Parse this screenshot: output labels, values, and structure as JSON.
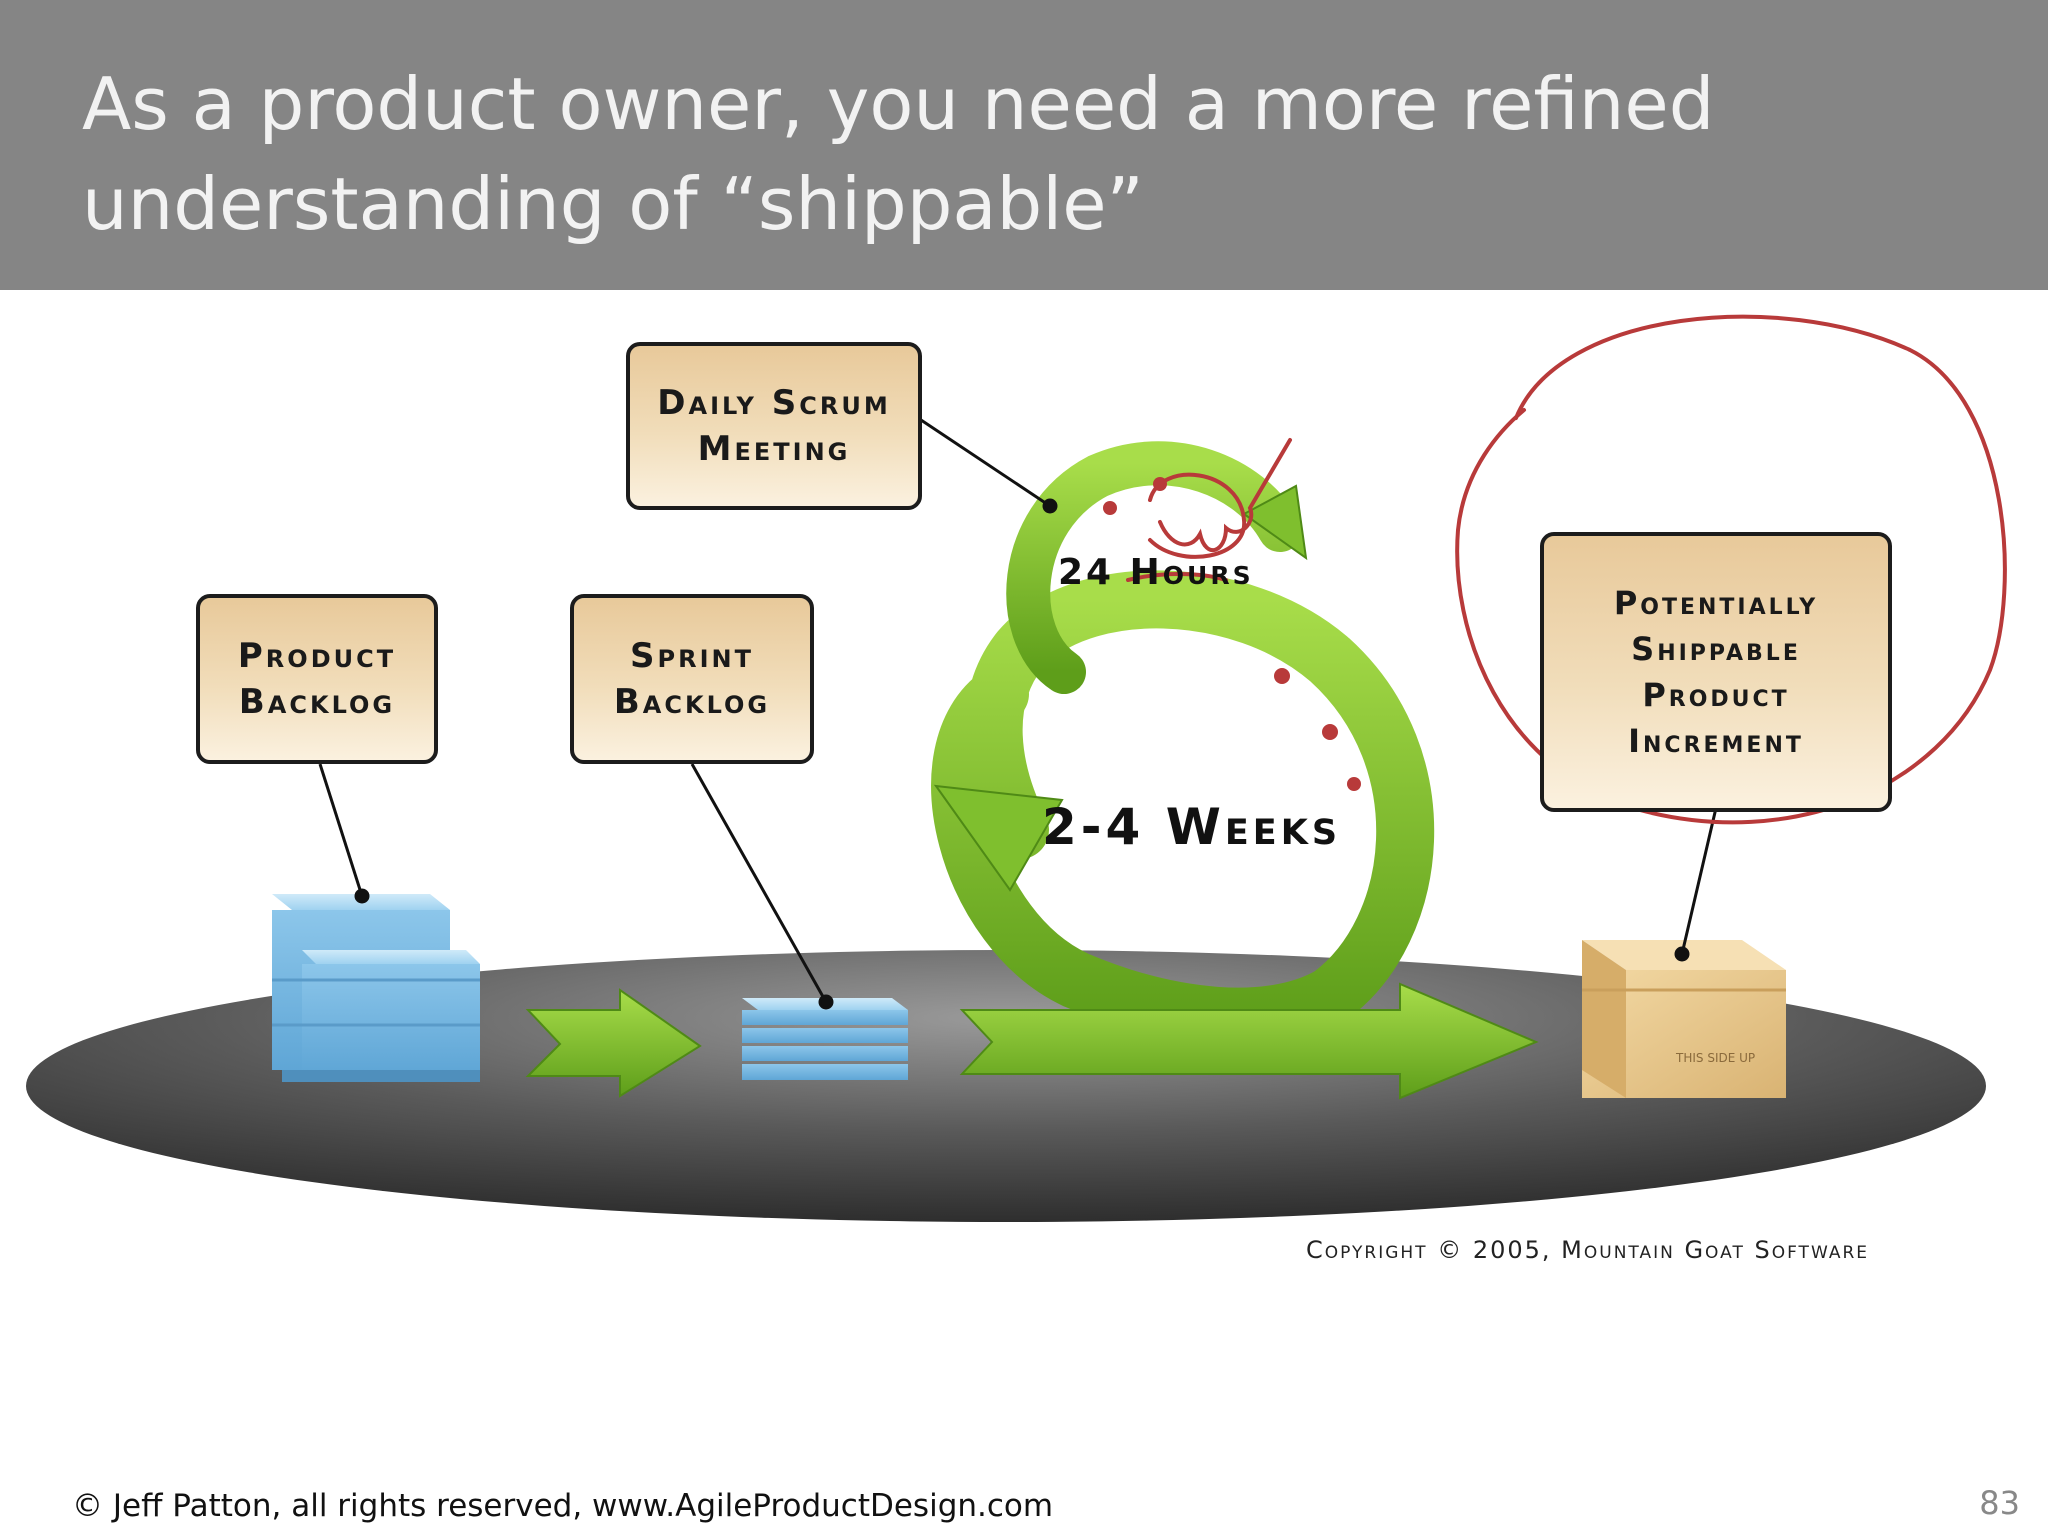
{
  "slide": {
    "title_line1": "As a product owner, you need a more refined",
    "title_line2": "understanding of “shippable”",
    "footer": "© Jeff Patton, all rights reserved, www.AgileProductDesign.com",
    "page_number": "83"
  },
  "diagram": {
    "product_backlog": [
      "Product",
      "Backlog"
    ],
    "sprint_backlog": [
      "Sprint",
      "Backlog"
    ],
    "daily_scrum": [
      "Daily Scrum",
      "Meeting"
    ],
    "increment": [
      "Potentially",
      "Shippable",
      "Product",
      "Increment"
    ],
    "hours_label": "24 Hours",
    "weeks_label": "2-4 Weeks",
    "copyright": "Copyright © 2005, Mountain Goat Software",
    "box_side_text": "THIS SIDE UP"
  },
  "colors": {
    "title_bar": "#858585",
    "arrow_green": "#7fbf2e",
    "annotation_red": "#b83a3a",
    "label_fill": "#ecd3a9",
    "stack_blue": "#8cc6ea"
  }
}
